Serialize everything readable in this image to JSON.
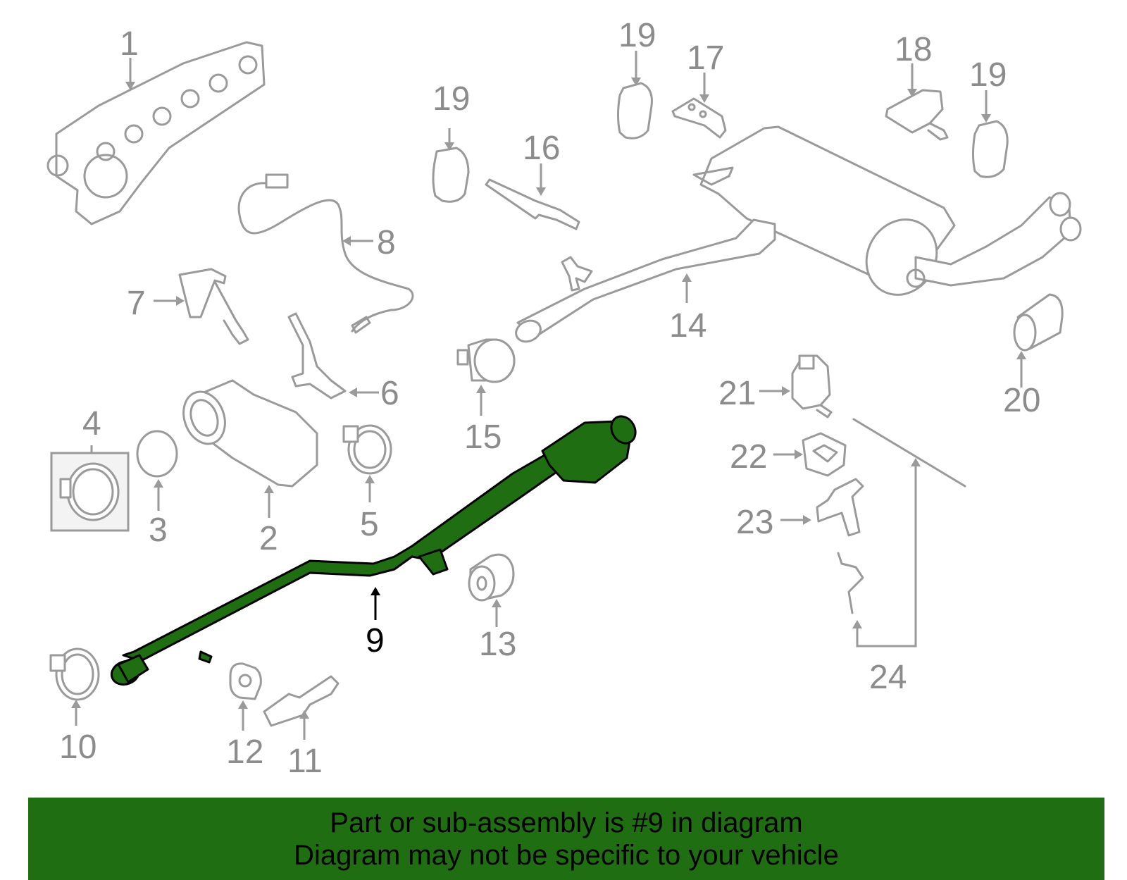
{
  "diagram": {
    "highlighted_part": "9",
    "callouts": [
      "1",
      "2",
      "3",
      "4",
      "5",
      "6",
      "7",
      "8",
      "9",
      "10",
      "11",
      "12",
      "13",
      "14",
      "15",
      "16",
      "17",
      "18",
      "19",
      "19",
      "19",
      "20",
      "21",
      "22",
      "23",
      "24"
    ]
  },
  "banner": {
    "line1": "Part or sub-assembly is #9 in diagram",
    "line2": "Diagram may not be specific to your vehicle",
    "background": "#1f6e12"
  },
  "colors": {
    "highlight": "#1f6e12",
    "part_outline": "#9a9a9a",
    "callout_text": "#8c8c8c"
  }
}
